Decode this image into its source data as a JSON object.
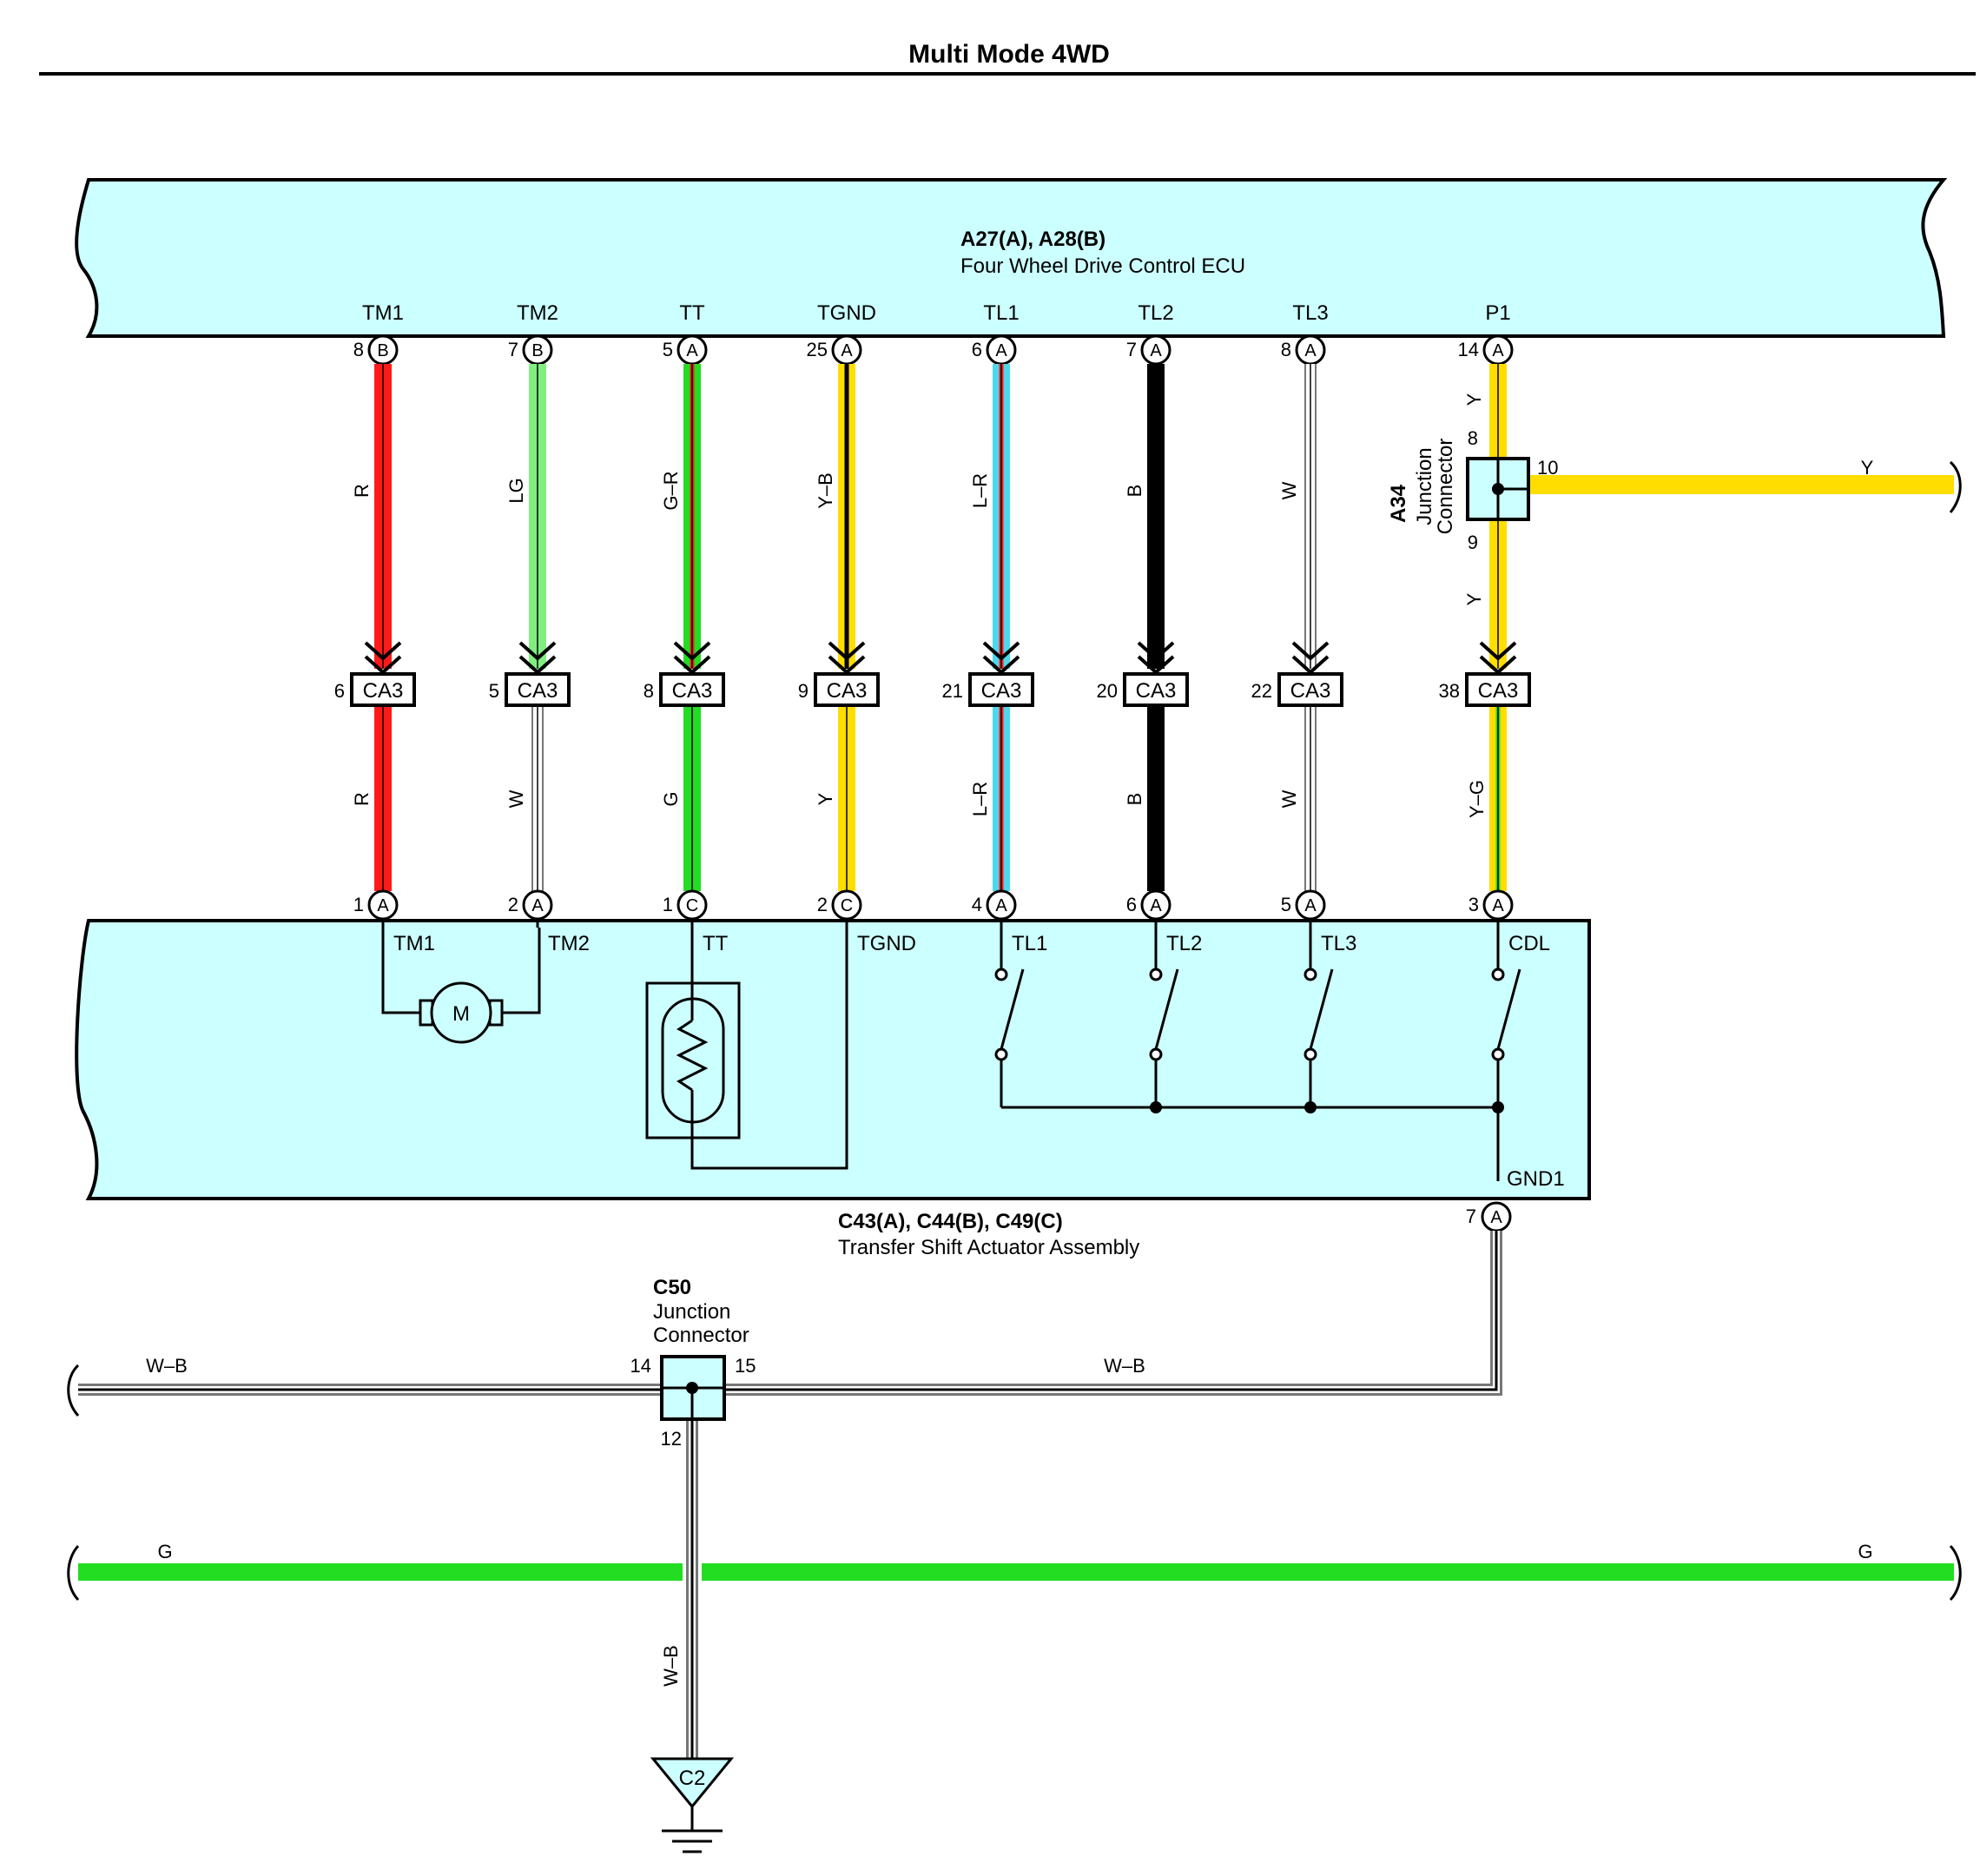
{
  "title": "Multi Mode 4WD",
  "ecu": {
    "code": "A27(A), A28(B)",
    "name": "Four Wheel Drive Control ECU",
    "terminals": [
      {
        "label": "TM1",
        "pin": "8",
        "conn": "B"
      },
      {
        "label": "TM2",
        "pin": "7",
        "conn": "B"
      },
      {
        "label": "TT",
        "pin": "5",
        "conn": "A"
      },
      {
        "label": "TGND",
        "pin": "25",
        "conn": "A"
      },
      {
        "label": "TL1",
        "pin": "6",
        "conn": "A"
      },
      {
        "label": "TL2",
        "pin": "7",
        "conn": "A"
      },
      {
        "label": "TL3",
        "pin": "8",
        "conn": "A"
      },
      {
        "label": "P1",
        "pin": "14",
        "conn": "A"
      }
    ]
  },
  "upper_wires": [
    {
      "label": "R",
      "color": "#ff1a1a"
    },
    {
      "label": "LG",
      "color": "#80ee80"
    },
    {
      "label": "G–R",
      "color": "#22dd22",
      "stripe": "#ff1a1a"
    },
    {
      "label": "Y–B",
      "color": "#ffdd00",
      "stripe": "#000000"
    },
    {
      "label": "L–R",
      "color": "#4dd8ec",
      "stripe": "#ff1a1a"
    },
    {
      "label": "B",
      "color": "#000000"
    },
    {
      "label": "W",
      "color": "#ffffff"
    },
    {
      "label": "Y",
      "color": "#ffdd00"
    }
  ],
  "ca3_connectors": [
    {
      "label": "CA3",
      "pin": "6"
    },
    {
      "label": "CA3",
      "pin": "5"
    },
    {
      "label": "CA3",
      "pin": "8"
    },
    {
      "label": "CA3",
      "pin": "9"
    },
    {
      "label": "CA3",
      "pin": "21"
    },
    {
      "label": "CA3",
      "pin": "20"
    },
    {
      "label": "CA3",
      "pin": "22"
    },
    {
      "label": "CA3",
      "pin": "38"
    }
  ],
  "lower_wires": [
    {
      "label": "R",
      "color": "#ff1a1a"
    },
    {
      "label": "W",
      "color": "#ffffff"
    },
    {
      "label": "G",
      "color": "#22dd22"
    },
    {
      "label": "Y",
      "color": "#ffdd00"
    },
    {
      "label": "L–R",
      "color": "#4dd8ec",
      "stripe": "#ff1a1a"
    },
    {
      "label": "B",
      "color": "#000000"
    },
    {
      "label": "W",
      "color": "#ffffff"
    },
    {
      "label": "Y–G",
      "color": "#ffdd00",
      "stripe": "#22dd22"
    }
  ],
  "actuator": {
    "code": "C43(A), C44(B), C49(C)",
    "name": "Transfer Shift Actuator Assembly",
    "terminals": [
      {
        "label": "TM1",
        "pin": "1",
        "conn": "A"
      },
      {
        "label": "TM2",
        "pin": "2",
        "conn": "A"
      },
      {
        "label": "TT",
        "pin": "1",
        "conn": "C"
      },
      {
        "label": "TGND",
        "pin": "2",
        "conn": "C"
      },
      {
        "label": "TL1",
        "pin": "4",
        "conn": "A"
      },
      {
        "label": "TL2",
        "pin": "6",
        "conn": "A"
      },
      {
        "label": "TL3",
        "pin": "5",
        "conn": "A"
      },
      {
        "label": "CDL",
        "pin": "3",
        "conn": "A"
      }
    ],
    "motor_label": "M",
    "ground_label": "GND1",
    "ground_pin": "7",
    "ground_conn": "A"
  },
  "a34": {
    "code": "A34",
    "name_line1": "Junction",
    "name_line2": "Connector",
    "pin_in": "8",
    "pin_out": "9",
    "pin_side": "10",
    "wire_up": "Y",
    "wire_down": "Y",
    "wire_side": "Y",
    "wire_side_color": "#ffdd00"
  },
  "c50": {
    "code": "C50",
    "name_line1": "Junction",
    "name_line2": "Connector",
    "pin_left": "14",
    "pin_right": "15",
    "pin_down": "12",
    "wire_left": "W–B",
    "wire_right": "W–B",
    "wire_down": "W–B"
  },
  "g_bus": {
    "label_left": "G",
    "label_right": "G",
    "color": "#22dd22"
  },
  "ground": {
    "label": "C2"
  },
  "colors": {
    "box_fill": "#ccffff",
    "outline": "#000000"
  }
}
